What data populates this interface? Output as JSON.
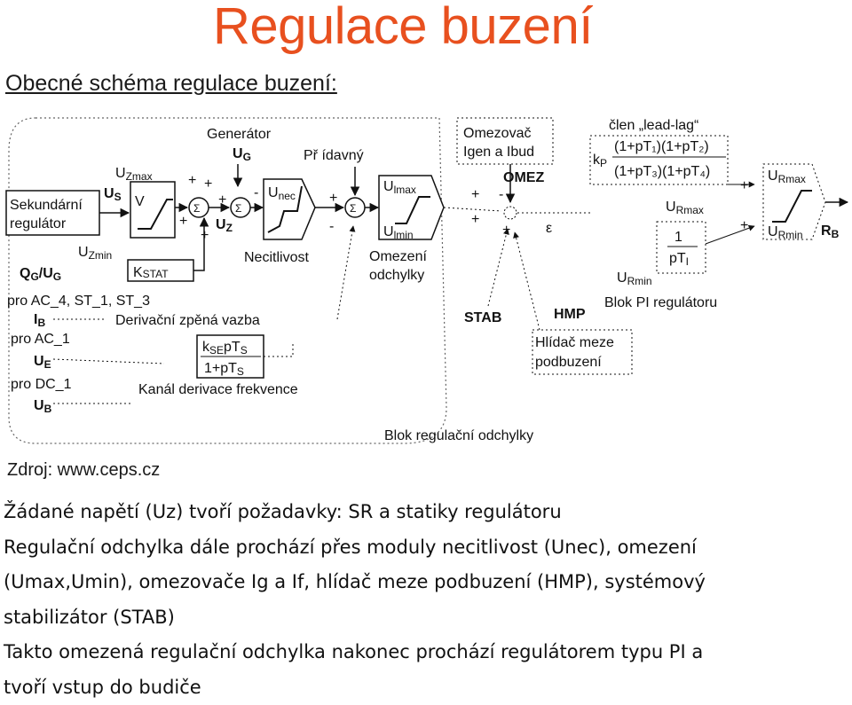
{
  "title": "Regulace buzení",
  "subtitle": "Obecné schéma regulace buzení:",
  "diagram": {
    "generator": "Generátor",
    "ug_main": "U",
    "ug_sub": "G",
    "additional": "Př ídavný",
    "omezovac_line1": "Omezovač",
    "omezovac_line2": "Igen a Ibud",
    "omez": "OMEZ",
    "lead_lag": "člen „lead-lag“",
    "lead_lag_num": "(1+pT₁)(1+pT₂)",
    "lead_lag_den": "(1+pT₃)(1+pT₄)",
    "kp_main": "k",
    "kp_sub": "P",
    "urmax_top_main": "U",
    "urmax_top_sub": "Rmax",
    "urmin_top_main": "U",
    "urmin_top_sub": "Rmin",
    "rb_main": "R",
    "rb_sub": "B",
    "urmax_pi_main": "U",
    "urmax_pi_sub": "Rmax",
    "urmin_pi_main": "U",
    "urmin_pi_sub": "Rmin",
    "pi_num": "1",
    "pi_den_main": "pT",
    "pi_den_sub": "I",
    "pi_block": "Blok PI regulátoru",
    "secondary_line1": "Sekundární",
    "secondary_line2": "regulátor",
    "uzmax_main": "U",
    "uzmax_sub": "Zmax",
    "uzmin_main": "U",
    "uzmin_sub": "Zmin",
    "us_main": "U",
    "us_sub": "S",
    "uz_main": "U",
    "uz_sub": "Z",
    "v_label": "V",
    "kstat_main": "K",
    "kstat_sub": "STAT",
    "qg_main": "Q",
    "qg_sub1": "G",
    "qg_mid": "/U",
    "qg_sub2": "G",
    "unec_main": "U",
    "unec_sub": "nec",
    "necitlivost": "Necitlivost",
    "ulmax_main": "U",
    "ulmax_sub": "lmax",
    "ulmin_main": "U",
    "ulmin_sub": "lmin",
    "omezeni_line1": "Omezení",
    "omezeni_line2": "odchylky",
    "epsilon": "ε",
    "stab": "STAB",
    "hmp": "HMP",
    "hlidac_line1": "Hlídač meze",
    "hlidac_line2": "podbuzení",
    "pro_ac4": "pro AC_4, ST_1, ST_3",
    "ib_main": "I",
    "ib_sub": "B",
    "derivacni": "Derivační zpěná vazba",
    "pro_ac1": "pro AC_1",
    "ue_main": "U",
    "ue_sub": "E",
    "kse_num_main": "k",
    "kse_num_sub": "SE",
    "kse_num_rest": "pT",
    "kse_num_sub2": "S",
    "kse_den_main": "1+pT",
    "kse_den_sub": "S",
    "pro_dc1": "pro DC_1",
    "ub_main": "U",
    "ub_sub": "B",
    "kanal": "Kanál derivace frekvence",
    "blok_odchylky": "Blok regulační odchylky",
    "plus": "+",
    "minus": "-",
    "sigma": "Σ"
  },
  "source": "Zdroj: www.ceps.cz",
  "body_lines": [
    "Žádané napětí (Uz) tvoří požadavky: SR a statiky regulátoru",
    "Regulační odchylka dále prochází přes moduly necitlivost (Unec), omezení",
    "(Umax,Umin), omezovače Ig a If, hlídač meze podbuzení (HMP), systémový",
    "stabilizátor (STAB)",
    "Takto omezená regulační odchylka nakonec prochází regulátorem typu PI a",
    "tvoří vstup do budiče"
  ]
}
